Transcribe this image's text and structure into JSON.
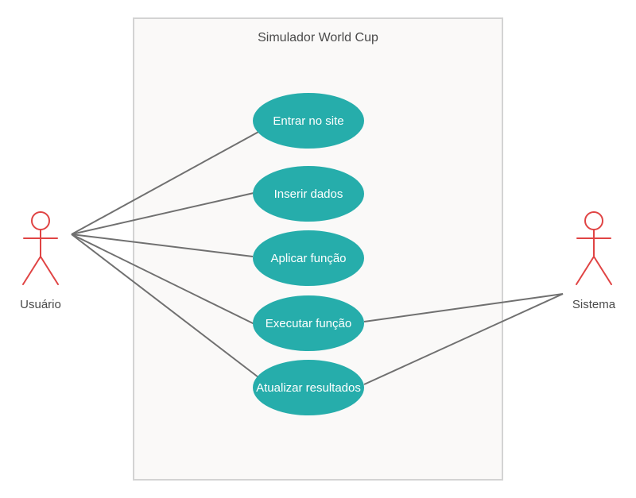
{
  "system": {
    "title": "Simulador World Cup"
  },
  "actors": {
    "user": {
      "label": "Usuário"
    },
    "system": {
      "label": "Sistema"
    }
  },
  "use_cases": [
    {
      "label": "Entrar no site"
    },
    {
      "label": "Inserir dados"
    },
    {
      "label": "Aplicar função"
    },
    {
      "label": "Executar função"
    },
    {
      "label": "Atualizar resultados"
    }
  ],
  "associations": {
    "user": [
      "Entrar no site",
      "Inserir dados",
      "Aplicar função",
      "Executar função",
      "Atualizar resultados"
    ],
    "system": [
      "Executar função",
      "Atualizar resultados"
    ]
  },
  "colors": {
    "use_case_fill": "#26ADAB",
    "actor_stroke": "#E04444",
    "system_fill": "#FAF9F8",
    "system_border": "#D3D3D3",
    "line": "#707070"
  }
}
